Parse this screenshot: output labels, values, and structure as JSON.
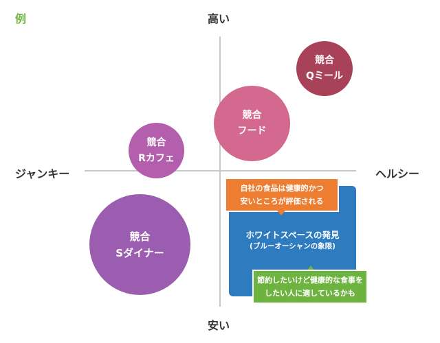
{
  "example_label": "例",
  "axes": {
    "top": "高い",
    "bottom": "安い",
    "left": "ジャンキー",
    "right": "ヘルシー"
  },
  "competitors": [
    {
      "line1": "競合",
      "line2": "Qミール",
      "color": "#a84258"
    },
    {
      "line1": "競合",
      "line2": "フード",
      "color": "#d4698f"
    },
    {
      "line1": "競合",
      "line2": "Rカフェ",
      "color": "#b45eae"
    },
    {
      "line1": "競合",
      "line2": "Sダイナー",
      "color": "#9a5db0"
    }
  ],
  "whitespace": {
    "title": "ホワイトスペースの発見",
    "subtitle": "(ブルーオーシャンの象限)",
    "color": "#2f7bc0"
  },
  "callout_top": {
    "line1": "自社の食品は健康的かつ",
    "line2": "安いところが評価される",
    "color": "#ed7d31"
  },
  "callout_bottom": {
    "line1": "節約したいけど健康的な食事を",
    "line2": "したい人に適しているかも",
    "color": "#6db33f"
  }
}
